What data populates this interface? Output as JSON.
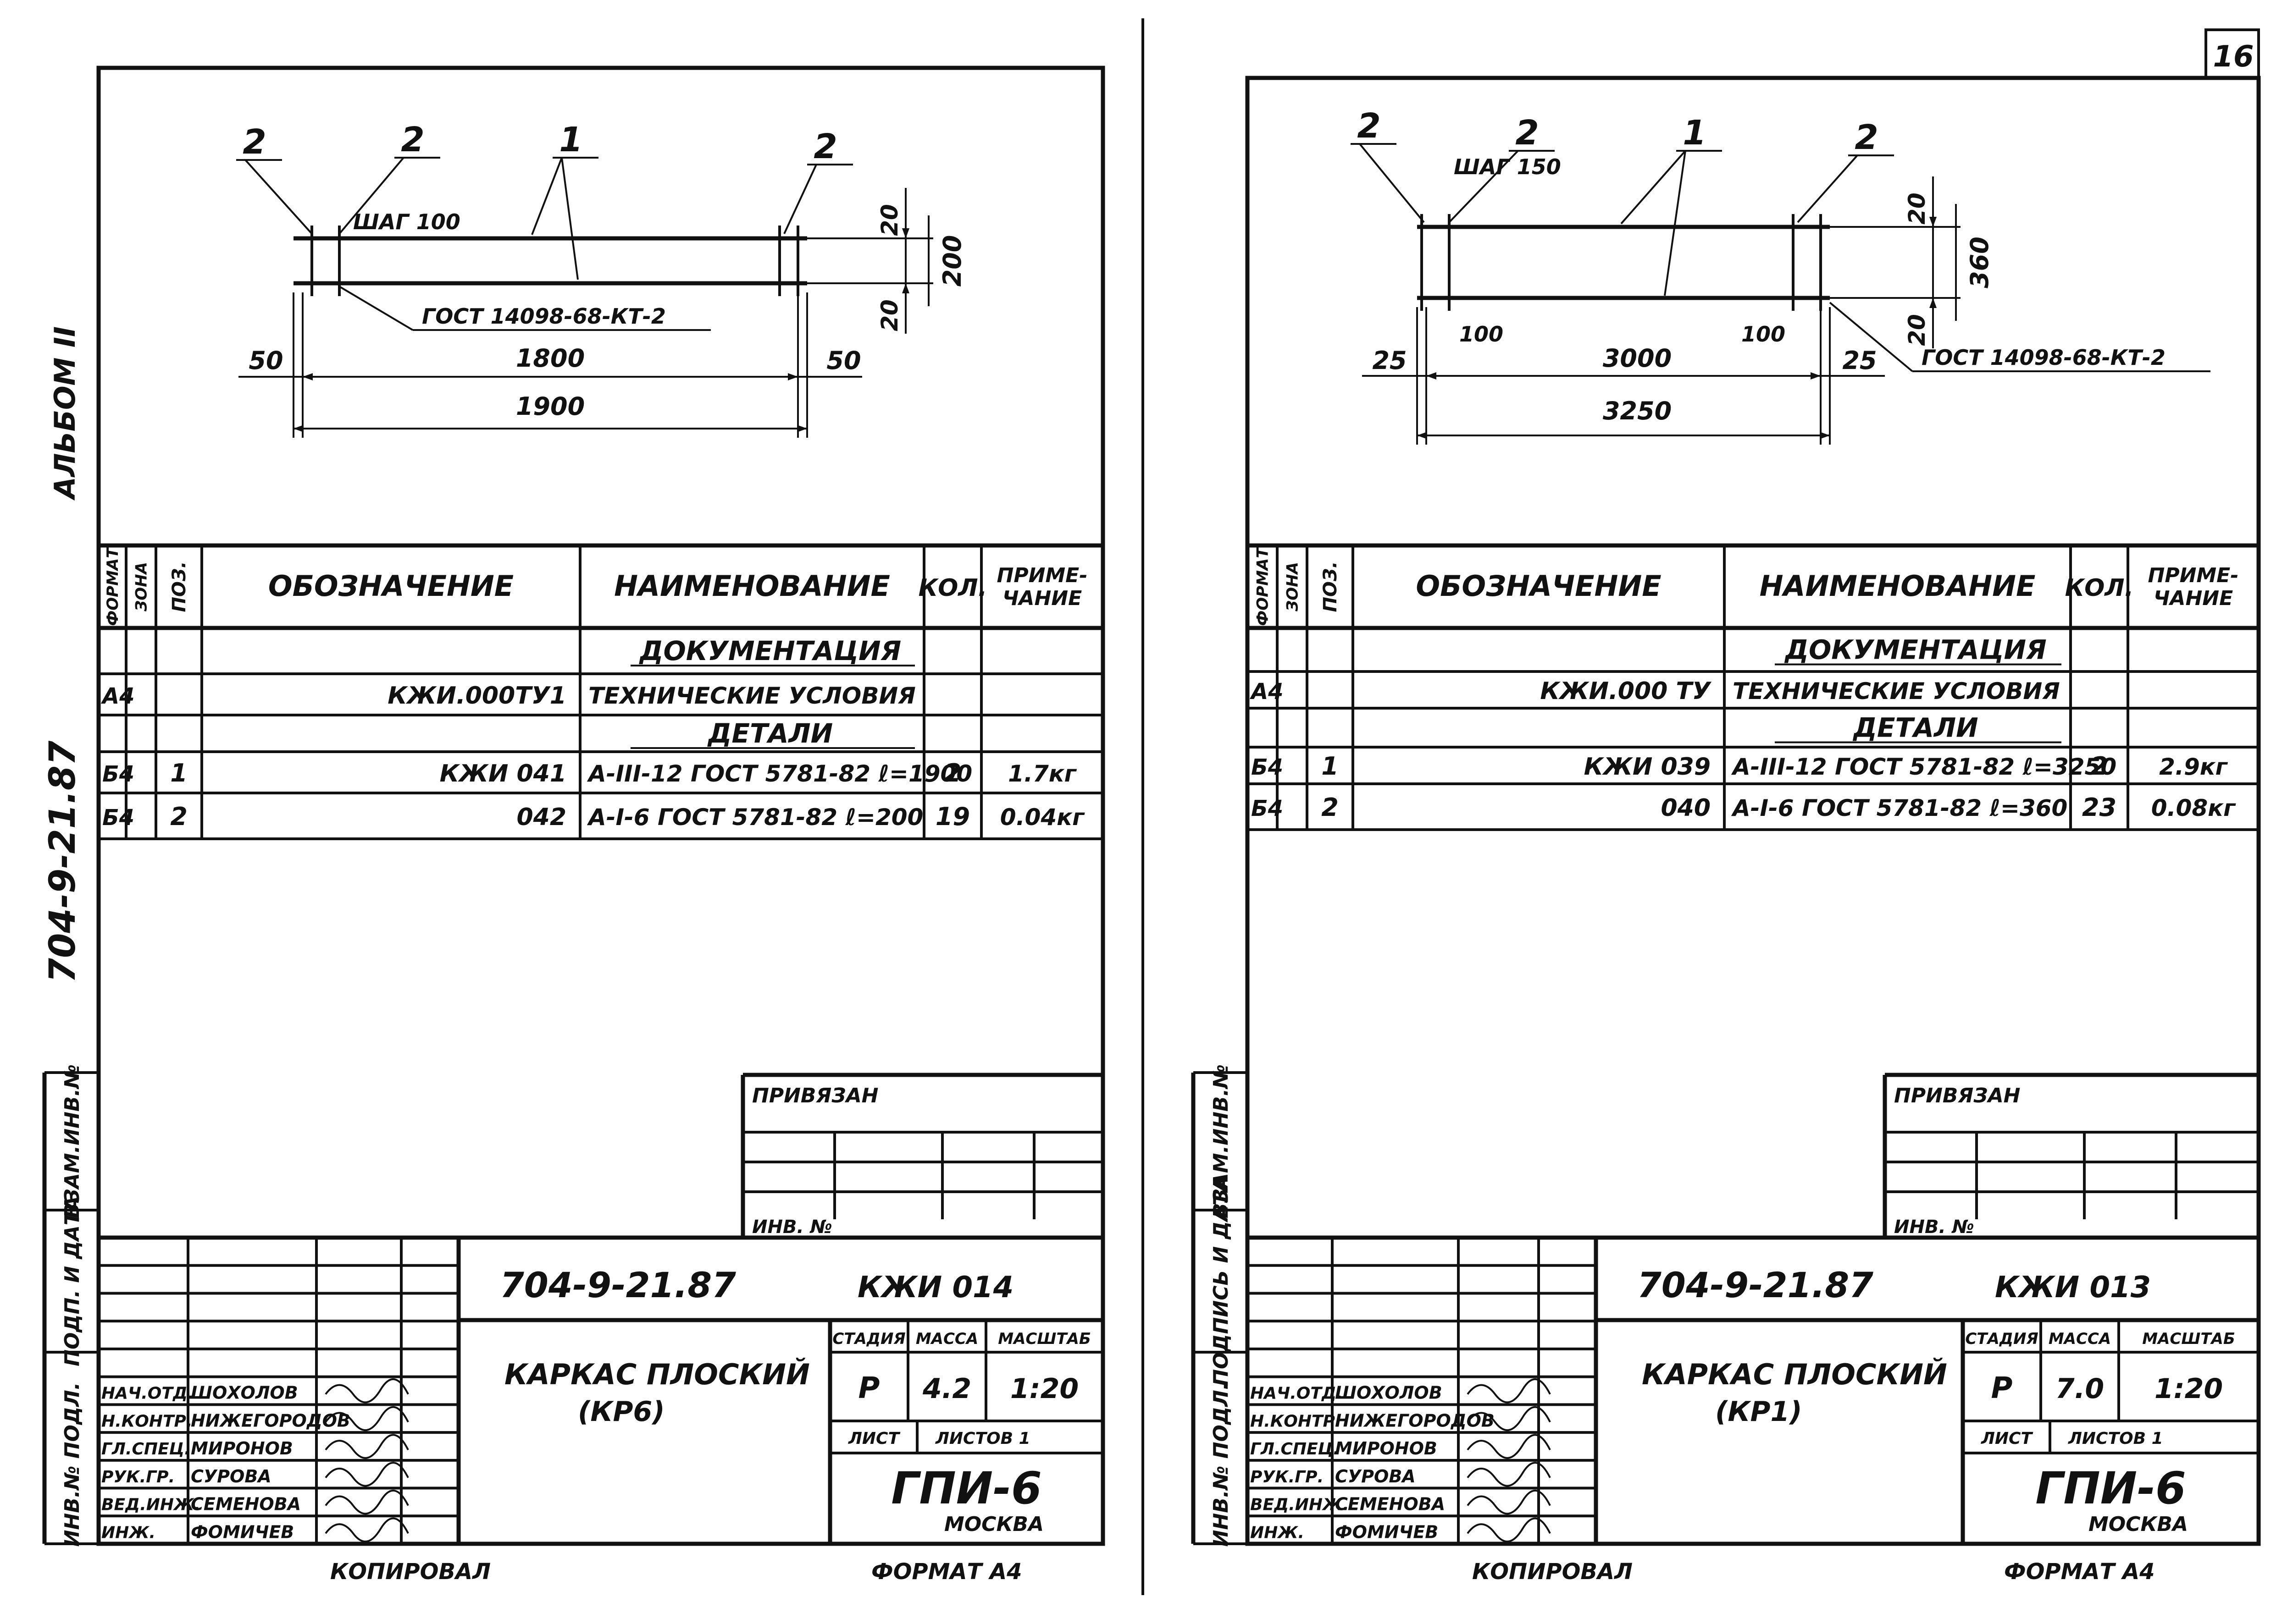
{
  "page_number": "16",
  "sheets": [
    {
      "id": "left",
      "album": "АЛЬБОМ II",
      "project_code_vertical": "704-9-21.87",
      "left_strip": [
        "ВЗАМ.ИНВ.№",
        "ПОДП. И ДАТА",
        "ИНВ.№ ПОДЛ."
      ],
      "drawing": {
        "callouts": [
          "2",
          "2",
          "1",
          "2"
        ],
        "step_label": "ШАГ 100",
        "weld_label": "ГОСТ 14098-68-КТ-2",
        "dims": {
          "d20_top": "20",
          "d200": "200",
          "d20_bot": "20",
          "d50_left": "50",
          "d1800": "1800",
          "d50_right": "50",
          "d1900": "1900"
        }
      },
      "spec": {
        "headers": {
          "format": "ФОРМАТ",
          "zone": "ЗОНА",
          "pos": "ПОЗ.",
          "designation": "ОБОЗНАЧЕНИЕ",
          "name": "НАИМЕНОВАНИЕ",
          "qty": "КОЛ.",
          "note": "ПРИМЕ-ЧАНИЕ"
        },
        "rows": [
          {
            "format": "",
            "pos": "",
            "designation": "",
            "name": "ДОКУМЕНТАЦИЯ",
            "qty": "",
            "note": "",
            "section": true
          },
          {
            "format": "А4",
            "pos": "",
            "designation": "КЖИ.000ТУ1",
            "name": "ТЕХНИЧЕСКИЕ УСЛОВИЯ",
            "qty": "",
            "note": ""
          },
          {
            "format": "",
            "pos": "",
            "designation": "",
            "name": "ДЕТАЛИ",
            "qty": "",
            "note": "",
            "section": true
          },
          {
            "format": "Б4",
            "pos": "1",
            "designation": "КЖИ 041",
            "name": "А-III-12 ГОСТ 5781-82 ℓ=1900",
            "qty": "2",
            "note": "1.7кг"
          },
          {
            "format": "Б4",
            "pos": "2",
            "designation": "042",
            "name": "А-I-6 ГОСТ 5781-82 ℓ=200",
            "qty": "19",
            "note": "0.04кг"
          }
        ]
      },
      "stamp": {
        "bound_to": "ПРИВЯЗАН",
        "inv_no": "ИНВ. №",
        "code": "704-9-21.87",
        "doc": "КЖИ 014",
        "title_line1": "КАРКАС ПЛОСКИЙ",
        "title_line2": "(КР6)",
        "stage_label": "СТАДИЯ",
        "mass_label": "МАССА",
        "scale_label": "МАСШТАБ",
        "stage": "Р",
        "mass": "4.2",
        "scale": "1:20",
        "sheet_label": "ЛИСТ",
        "sheets_label": "ЛИСТОВ 1",
        "org": "ГПИ-6",
        "city": "МОСКВА",
        "people": [
          {
            "role": "НАЧ.ОТД.",
            "name": "ШОХОЛОВ"
          },
          {
            "role": "Н.КОНТР.",
            "name": "НИЖЕГОРОДОВ"
          },
          {
            "role": "ГЛ.СПЕЦ.",
            "name": "МИРОНОВ"
          },
          {
            "role": "РУК.ГР.",
            "name": "СУРОВА"
          },
          {
            "role": "ВЕД.ИНЖ.",
            "name": "СЕМЕНОВА"
          },
          {
            "role": "ИНЖ.",
            "name": "ФОМИЧЕВ"
          }
        ]
      },
      "copied": "КОПИРОВАЛ",
      "format": "ФОРМАТ А4"
    },
    {
      "id": "right",
      "left_strip": [
        "ВЗАМ.ИНВ.№",
        "ПОДПИСЬ И ДАТА",
        "ИНВ.№ ПОДЛ."
      ],
      "drawing": {
        "callouts": [
          "2",
          "2",
          "1",
          "2"
        ],
        "step_label": "ШАГ 150",
        "weld_label": "ГОСТ 14098-68-КТ-2",
        "dims": {
          "d20_top": "20",
          "d360": "360",
          "d20_bot": "20",
          "d25_left": "25",
          "d100_left": "100",
          "d3000": "3000",
          "d100_right": "100",
          "d25_right": "25",
          "d3250": "3250"
        }
      },
      "spec": {
        "headers": {
          "format": "ФОРМАТ",
          "zone": "ЗОНА",
          "pos": "ПОЗ.",
          "designation": "ОБОЗНАЧЕНИЕ",
          "name": "НАИМЕНОВАНИЕ",
          "qty": "КОЛ.",
          "note": "ПРИМЕ-ЧАНИЕ"
        },
        "rows": [
          {
            "format": "",
            "pos": "",
            "designation": "",
            "name": "ДОКУМЕНТАЦИЯ",
            "qty": "",
            "note": "",
            "section": true
          },
          {
            "format": "А4",
            "pos": "",
            "designation": "КЖИ.000 ТУ",
            "name": "ТЕХНИЧЕСКИЕ УСЛОВИЯ",
            "qty": "",
            "note": ""
          },
          {
            "format": "",
            "pos": "",
            "designation": "",
            "name": "ДЕТАЛИ",
            "qty": "",
            "note": "",
            "section": true
          },
          {
            "format": "Б4",
            "pos": "1",
            "designation": "КЖИ 039",
            "name": "А-III-12 ГОСТ 5781-82 ℓ=3250",
            "qty": "2",
            "note": "2.9кг"
          },
          {
            "format": "Б4",
            "pos": "2",
            "designation": "040",
            "name": "А-I-6 ГОСТ 5781-82 ℓ=360",
            "qty": "23",
            "note": "0.08кг"
          }
        ]
      },
      "stamp": {
        "bound_to": "ПРИВЯЗАН",
        "inv_no": "ИНВ. №",
        "code": "704-9-21.87",
        "doc": "КЖИ 013",
        "title_line1": "КАРКАС ПЛОСКИЙ",
        "title_line2": "(КР1)",
        "stage_label": "СТАДИЯ",
        "mass_label": "МАССА",
        "scale_label": "МАСШТАБ",
        "stage": "Р",
        "mass": "7.0",
        "scale": "1:20",
        "sheet_label": "ЛИСТ",
        "sheets_label": "ЛИСТОВ 1",
        "org": "ГПИ-6",
        "city": "МОСКВА",
        "people": [
          {
            "role": "НАЧ.ОТД.",
            "name": "ШОХОЛОВ"
          },
          {
            "role": "Н.КОНТР.",
            "name": "НИЖЕГОРОДОВ"
          },
          {
            "role": "ГЛ.СПЕЦ.",
            "name": "МИРОНОВ"
          },
          {
            "role": "РУК.ГР.",
            "name": "СУРОВА"
          },
          {
            "role": "ВЕД.ИНЖ.",
            "name": "СЕМЕНОВА"
          },
          {
            "role": "ИНЖ.",
            "name": "ФОМИЧЕВ"
          }
        ]
      },
      "copied": "КОПИРОВАЛ",
      "format": "ФОРМАТ А4"
    }
  ]
}
